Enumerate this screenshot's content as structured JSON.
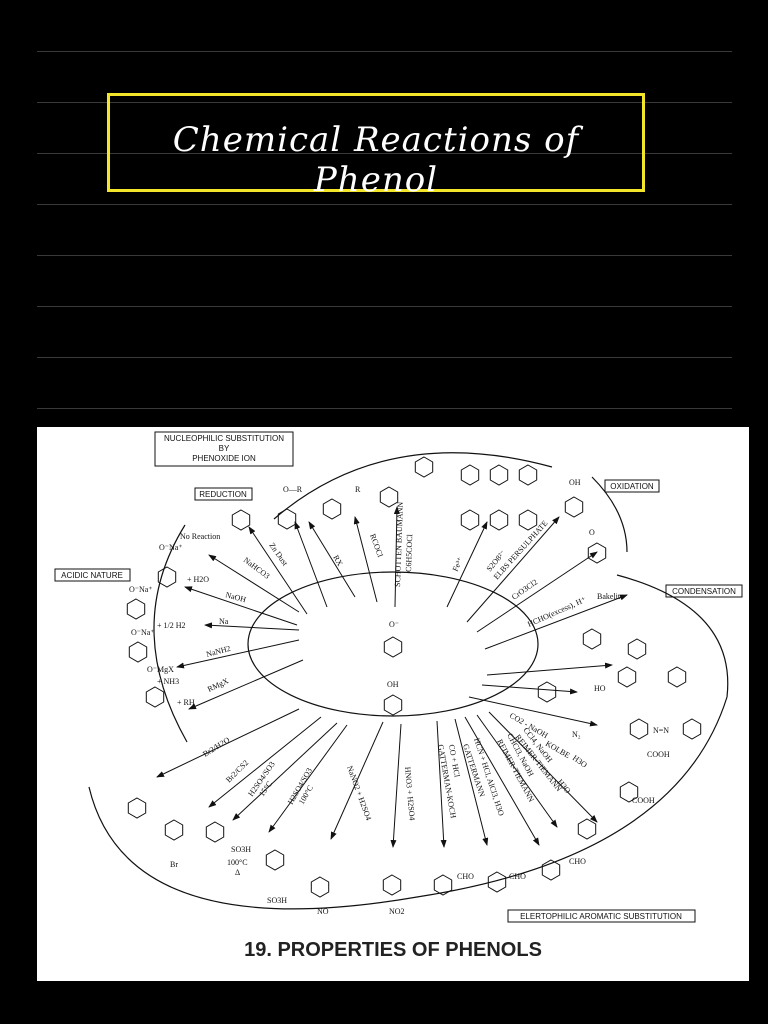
{
  "title": "Chemical Reactions of Phenol",
  "caption": "19. PROPERTIES OF PHENOLS",
  "boxes": {
    "nucleophilic": [
      "NUCLEOPHILIC SUBSTITUTION",
      "BY",
      "PHENOXIDE ION"
    ],
    "reduction": "REDUCTION",
    "acidic": "ACIDIC NATURE",
    "oxidation": "OXIDATION",
    "condensation": "CONDENSATION",
    "electrophilic": "ELERTOPHILIC AROMATIC SUBSTITUTION"
  },
  "center": {
    "phenoxide": "O⁻",
    "phenol": "OH"
  },
  "reagents": {
    "zn": "Zn Dust",
    "rx": "RX",
    "rcocl": "RCOCl",
    "schotten1": "SCHOTTEN BAUMANN",
    "schotten2": "C6H5COCl",
    "fe": "Fe³⁺",
    "elbs1": "S2O8²⁻",
    "elbs2": "ELBS PERSULPHATE",
    "cro": "CrO3Cl2",
    "hcho": "HCHO(excess), H⁺",
    "nahco": "NaHCO3",
    "naoh": "NaOH",
    "na": "Na",
    "nanh": "NaNH2",
    "rmgx": "RMgX",
    "br2h2o": "Br2/H2O",
    "br2cs": "Br2/CS2",
    "so3a": "H2SO4/SO3",
    "so3b": "15°C",
    "so3c": "H2SO4/SO3",
    "so3d": "100°C",
    "nano": "NaNO2 + H2SO4",
    "hno": "HNO3 + H2SO4",
    "gk1": "CO + HCl",
    "gk2": "GATTERMAN-KOCH",
    "gm1": "HCN + HCl, AlCl3, H3O",
    "gm2": "GATTERMANN",
    "rt1": "CHCl3, NaOH",
    "rt2": "REIMER-TIEMANN",
    "ccl1": "CCl4, NaOH",
    "ccl2": "REIMER-TIEMANN",
    "h3o": "H3O",
    "co2": "CO2 - NaOH",
    "kolbe": "KOLBE",
    "h3o2": "H3O"
  },
  "products": {
    "no_reaction": "No Reaction",
    "h2o": "+ H2O",
    "h2": "+ 1/2 H2",
    "nh3": "+ NH3",
    "rh": "+ RH",
    "ona1": "O⁻Na⁺",
    "ona2": "O⁻Na⁺",
    "ona3": "O⁻Na⁺",
    "omgx": "O⁻MgX",
    "or": "O—R",
    "ocr": "R",
    "bakelite": "Bakelite",
    "cooh1": "COOH",
    "cooh2": "COOH",
    "cho1": "CHO",
    "cho2": "CHO",
    "cho3": "CHO",
    "so3h1": "SO3H",
    "so3h2": "SO3H",
    "temp1": "100°C",
    "delta": "Δ",
    "no": "NO",
    "no2": "NO2",
    "br": "Br",
    "oh": "OH",
    "o": "O",
    "ho": "HO",
    "n2": "N₂",
    "azo": "N=N"
  }
}
